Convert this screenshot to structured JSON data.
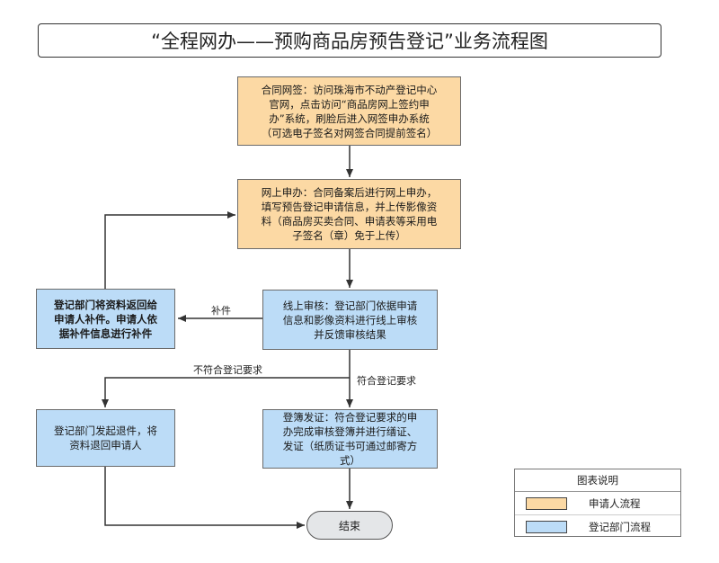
{
  "title": "“全程网办——预购商品房预告登记”业务流程图",
  "nodes": {
    "contract_sign": "合同网签：访问珠海市不动产登记中心\n官网，点击访问“商品房网上签约申\n办”系统，刷脸后进入网签申办系统\n（可选电子签名对网签合同提前签名）",
    "online_apply": "网上申办：合同备案后进行网上申办，\n填写预告登记申请信息，并上传影像资\n料（商品房买卖合同、申请表等采用电\n子签名（章）免于上传）",
    "online_review": "线上审核：登记部门依据申请\n信息和影像资料进行线上审核\n并反馈审核结果",
    "supplement": "登记部门将资料返回给\n申请人补件。申请人依\n据补件信息进行补件",
    "reject": "登记部门发起退件，将\n资料退回申请人",
    "register": "登簿发证：符合登记要求的申\n办完成审核登簿并进行缮证、\n发证（纸质证书可通过邮寄方\n式）",
    "end": "结束"
  },
  "edge_labels": {
    "supplement": "补件",
    "not_meet": "不符合登记要求",
    "meet": "符合登记要求"
  },
  "legend": {
    "title": "图表说明",
    "items": [
      {
        "label": "申请人流程",
        "color": "#fcd9a4"
      },
      {
        "label": "登记部门流程",
        "color": "#bcdcf7"
      }
    ]
  },
  "colors": {
    "applicant": "#fcd9a4",
    "department": "#bcdcf7",
    "end": "#e4e6e8",
    "line": "#333333"
  }
}
